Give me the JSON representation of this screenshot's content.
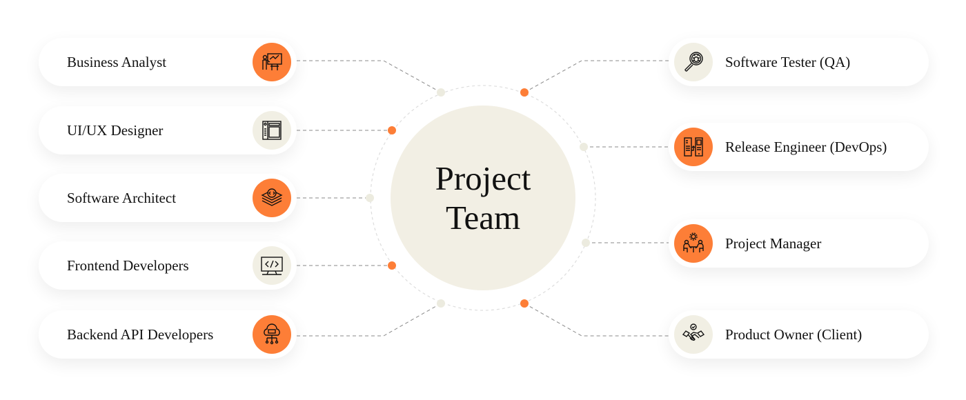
{
  "center": {
    "line1": "Project",
    "line2": "Team"
  },
  "colors": {
    "accent": "#fd7e37",
    "beige": "#f1efe4",
    "center_fill": "#f2efe4"
  },
  "left_roles": [
    {
      "label": "Business Analyst",
      "icon": "presentation-chart-icon",
      "icon_style": "orange"
    },
    {
      "label": "UI/UX Designer",
      "icon": "layout-wireframe-icon",
      "icon_style": "beige"
    },
    {
      "label": "Software Architect",
      "icon": "code-layers-icon",
      "icon_style": "orange"
    },
    {
      "label": "Frontend Developers",
      "icon": "monitor-code-icon",
      "icon_style": "beige"
    },
    {
      "label": "Backend API Developers",
      "icon": "api-cloud-icon",
      "icon_style": "orange"
    }
  ],
  "right_roles": [
    {
      "label": "Software Tester (QA)",
      "icon": "bug-magnifier-icon",
      "icon_style": "beige"
    },
    {
      "label": "Release Engineer (DevOps)",
      "icon": "server-deploy-icon",
      "icon_style": "orange"
    },
    {
      "label": "Project Manager",
      "icon": "team-meeting-gear-icon",
      "icon_style": "orange"
    },
    {
      "label": "Product Owner (Client)",
      "icon": "handshake-icon",
      "icon_style": "beige"
    }
  ]
}
